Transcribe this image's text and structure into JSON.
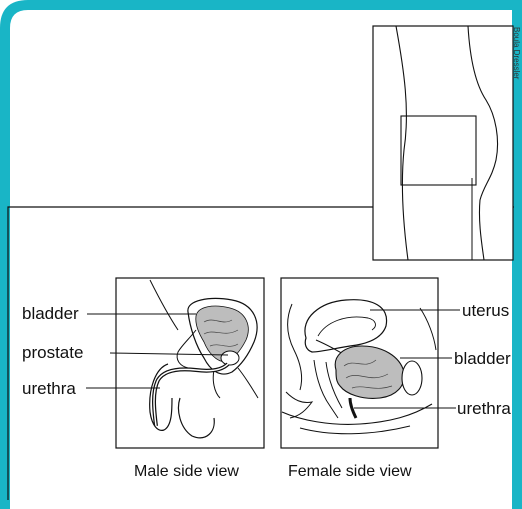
{
  "colors": {
    "frame": "#19b5c6",
    "line": "#111111",
    "organ_fill": "#bdbdbd"
  },
  "credit": "Boula Dressler",
  "male": {
    "caption": "Male side view",
    "labels": {
      "bladder": "bladder",
      "prostate": "prostate",
      "urethra": "urethra"
    }
  },
  "female": {
    "caption": "Female side view",
    "labels": {
      "uterus": "uterus",
      "bladder": "bladder",
      "urethra": "urethra"
    }
  }
}
